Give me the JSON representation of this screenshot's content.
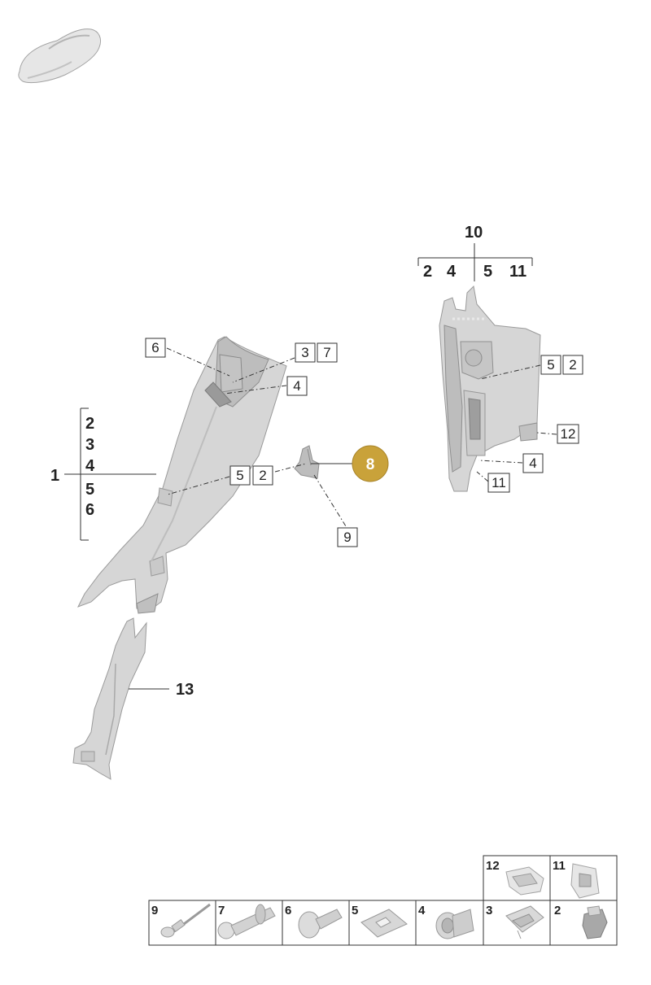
{
  "colors": {
    "badge_fill": "#c9a23a",
    "part_gray": "#d6d6d6",
    "line": "#333333"
  },
  "labels": {
    "a_pillar": "1",
    "a_pillar_list": [
      "2",
      "3",
      "4",
      "5",
      "6"
    ],
    "b_pillar": "10",
    "b_pillar_list": [
      "2",
      "4",
      "5",
      "11"
    ],
    "strip": "13",
    "badge": "8"
  },
  "callouts": {
    "c6": "6",
    "c3": "3",
    "c7": "7",
    "c4a": "4",
    "c5a": "5",
    "c2a": "2",
    "c9": "9",
    "c5b": "5",
    "c2b": "2",
    "c12": "12",
    "c4b": "4",
    "c11": "11"
  },
  "legend": {
    "top_row": [
      "12",
      "11"
    ],
    "bottom_row": [
      "9",
      "7",
      "6",
      "5",
      "4",
      "3",
      "2"
    ]
  }
}
